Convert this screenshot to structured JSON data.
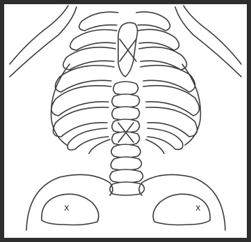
{
  "figure": {
    "ink_color": "#3a3a3a",
    "paper_color": "#ffffff",
    "frame_color": "#2e2e2e"
  },
  "markers": {
    "left_pelvis": "x",
    "right_pelvis": "x",
    "sternum": "X",
    "spine": "X"
  }
}
